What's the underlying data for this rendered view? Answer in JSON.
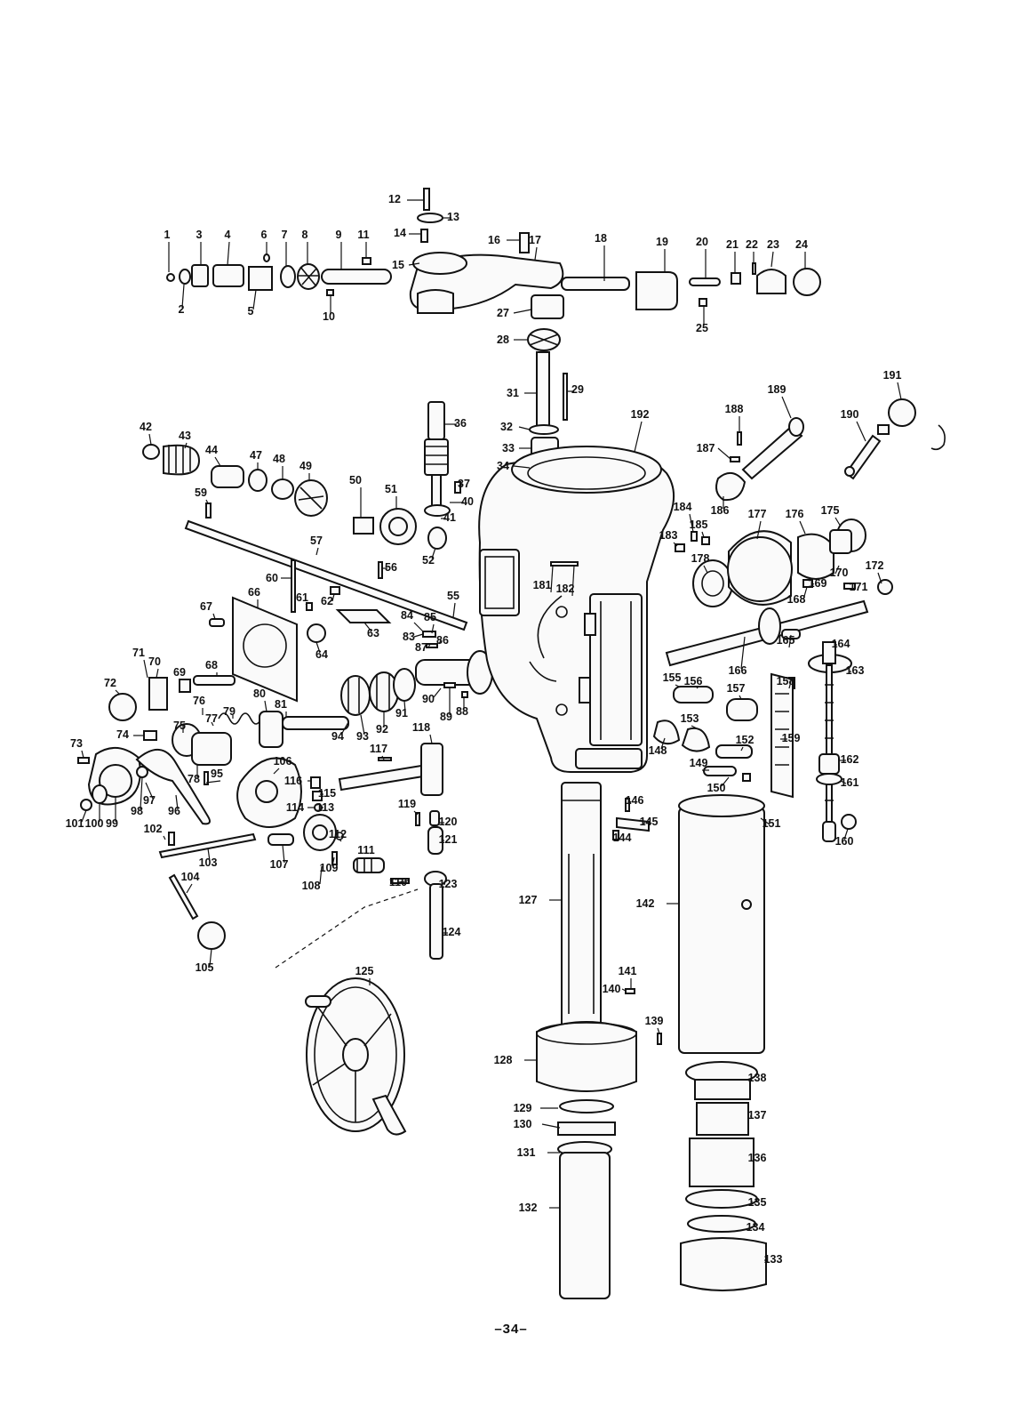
{
  "page_number": "–34–",
  "callouts": [
    {
      "label": "1"
    },
    {
      "label": "2"
    },
    {
      "label": "3"
    },
    {
      "label": "4"
    },
    {
      "label": "5"
    },
    {
      "label": "6"
    },
    {
      "label": "7"
    },
    {
      "label": "8"
    },
    {
      "label": "9"
    },
    {
      "label": "10"
    },
    {
      "label": "11"
    },
    {
      "label": "12"
    },
    {
      "label": "13"
    },
    {
      "label": "14"
    },
    {
      "label": "15"
    },
    {
      "label": "16"
    },
    {
      "label": "17"
    },
    {
      "label": "18"
    },
    {
      "label": "19"
    },
    {
      "label": "20"
    },
    {
      "label": "21"
    },
    {
      "label": "22"
    },
    {
      "label": "23"
    },
    {
      "label": "24"
    },
    {
      "label": "25"
    },
    {
      "label": "27"
    },
    {
      "label": "28"
    },
    {
      "label": "29"
    },
    {
      "label": "31"
    },
    {
      "label": "32"
    },
    {
      "label": "33"
    },
    {
      "label": "34"
    },
    {
      "label": "36"
    },
    {
      "label": "37"
    },
    {
      "label": "40"
    },
    {
      "label": "41"
    },
    {
      "label": "42"
    },
    {
      "label": "43"
    },
    {
      "label": "44"
    },
    {
      "label": "47"
    },
    {
      "label": "48"
    },
    {
      "label": "49"
    },
    {
      "label": "50"
    },
    {
      "label": "51"
    },
    {
      "label": "52"
    },
    {
      "label": "55"
    },
    {
      "label": "56"
    },
    {
      "label": "57"
    },
    {
      "label": "59"
    },
    {
      "label": "60"
    },
    {
      "label": "61"
    },
    {
      "label": "62"
    },
    {
      "label": "63"
    },
    {
      "label": "64"
    },
    {
      "label": "66"
    },
    {
      "label": "67"
    },
    {
      "label": "68"
    },
    {
      "label": "69"
    },
    {
      "label": "70"
    },
    {
      "label": "71"
    },
    {
      "label": "72"
    },
    {
      "label": "73"
    },
    {
      "label": "74"
    },
    {
      "label": "75"
    },
    {
      "label": "76"
    },
    {
      "label": "77"
    },
    {
      "label": "78"
    },
    {
      "label": "79"
    },
    {
      "label": "80"
    },
    {
      "label": "81"
    },
    {
      "label": "83"
    },
    {
      "label": "84"
    },
    {
      "label": "85"
    },
    {
      "label": "86"
    },
    {
      "label": "87"
    },
    {
      "label": "88"
    },
    {
      "label": "89"
    },
    {
      "label": "90"
    },
    {
      "label": "91"
    },
    {
      "label": "92"
    },
    {
      "label": "93"
    },
    {
      "label": "94"
    },
    {
      "label": "95"
    },
    {
      "label": "96"
    },
    {
      "label": "97"
    },
    {
      "label": "98"
    },
    {
      "label": "99"
    },
    {
      "label": "100"
    },
    {
      "label": "101"
    },
    {
      "label": "102"
    },
    {
      "label": "103"
    },
    {
      "label": "104"
    },
    {
      "label": "105"
    },
    {
      "label": "106"
    },
    {
      "label": "107"
    },
    {
      "label": "108"
    },
    {
      "label": "109"
    },
    {
      "label": "110"
    },
    {
      "label": "111"
    },
    {
      "label": "112"
    },
    {
      "label": "113"
    },
    {
      "label": "114"
    },
    {
      "label": "115"
    },
    {
      "label": "116"
    },
    {
      "label": "117"
    },
    {
      "label": "118"
    },
    {
      "label": "119"
    },
    {
      "label": "120"
    },
    {
      "label": "121"
    },
    {
      "label": "123"
    },
    {
      "label": "124"
    },
    {
      "label": "125"
    },
    {
      "label": "127"
    },
    {
      "label": "128"
    },
    {
      "label": "129"
    },
    {
      "label": "130"
    },
    {
      "label": "131"
    },
    {
      "label": "132"
    },
    {
      "label": "133"
    },
    {
      "label": "134"
    },
    {
      "label": "135"
    },
    {
      "label": "136"
    },
    {
      "label": "137"
    },
    {
      "label": "138"
    },
    {
      "label": "139"
    },
    {
      "label": "140"
    },
    {
      "label": "141"
    },
    {
      "label": "142"
    },
    {
      "label": "144"
    },
    {
      "label": "145"
    },
    {
      "label": "146"
    },
    {
      "label": "148"
    },
    {
      "label": "149"
    },
    {
      "label": "150"
    },
    {
      "label": "151"
    },
    {
      "label": "152"
    },
    {
      "label": "153"
    },
    {
      "label": "155"
    },
    {
      "label": "156"
    },
    {
      "label": "157"
    },
    {
      "label": "158"
    },
    {
      "label": "159"
    },
    {
      "label": "160"
    },
    {
      "label": "161"
    },
    {
      "label": "162"
    },
    {
      "label": "163"
    },
    {
      "label": "164"
    },
    {
      "label": "165"
    },
    {
      "label": "166"
    },
    {
      "label": "168"
    },
    {
      "label": "169"
    },
    {
      "label": "170"
    },
    {
      "label": "171"
    },
    {
      "label": "172"
    },
    {
      "label": "175"
    },
    {
      "label": "176"
    },
    {
      "label": "177"
    },
    {
      "label": "178"
    },
    {
      "label": "181"
    },
    {
      "label": "182"
    },
    {
      "label": "183"
    },
    {
      "label": "184"
    },
    {
      "label": "185"
    },
    {
      "label": "186"
    },
    {
      "label": "187"
    },
    {
      "label": "188"
    },
    {
      "label": "189"
    },
    {
      "label": "190"
    },
    {
      "label": "191"
    },
    {
      "label": "192"
    }
  ]
}
